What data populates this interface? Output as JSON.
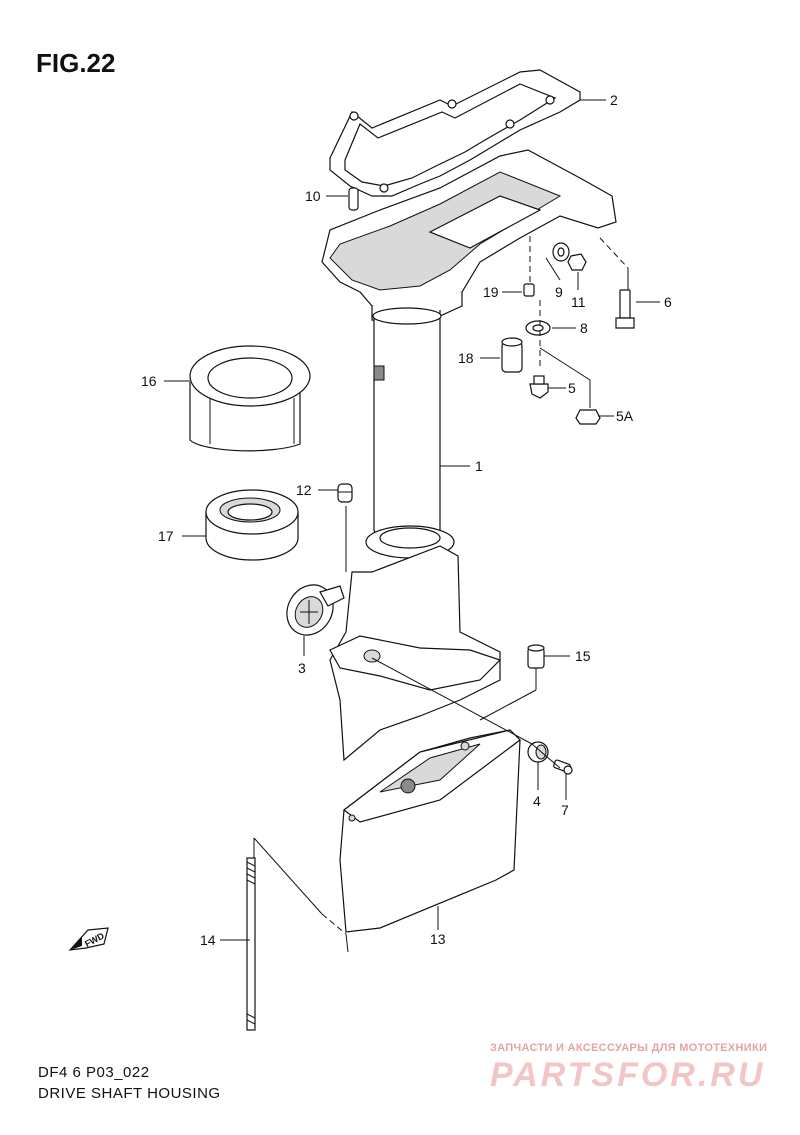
{
  "figure_title": "FIG.22",
  "diagram_code": "DF4 6 P03_022",
  "diagram_subtitle": "DRIVE SHAFT HOUSING",
  "fwd_label": "FWD",
  "watermark": {
    "tagline": "ЗАПЧАСТИ И АКСЕССУАРЫ ДЛЯ МОТОТЕХНИКИ",
    "logo": "PARTSFOR.RU"
  },
  "callouts": {
    "c1": "1",
    "c2": "2",
    "c3": "3",
    "c4": "4",
    "c5": "5",
    "c5a": "5A",
    "c6": "6",
    "c7": "7",
    "c8": "8",
    "c9": "9",
    "c10": "10",
    "c11": "11",
    "c12": "12",
    "c13": "13",
    "c14": "14",
    "c15": "15",
    "c16": "16",
    "c17": "17",
    "c18": "18",
    "c19": "19"
  }
}
